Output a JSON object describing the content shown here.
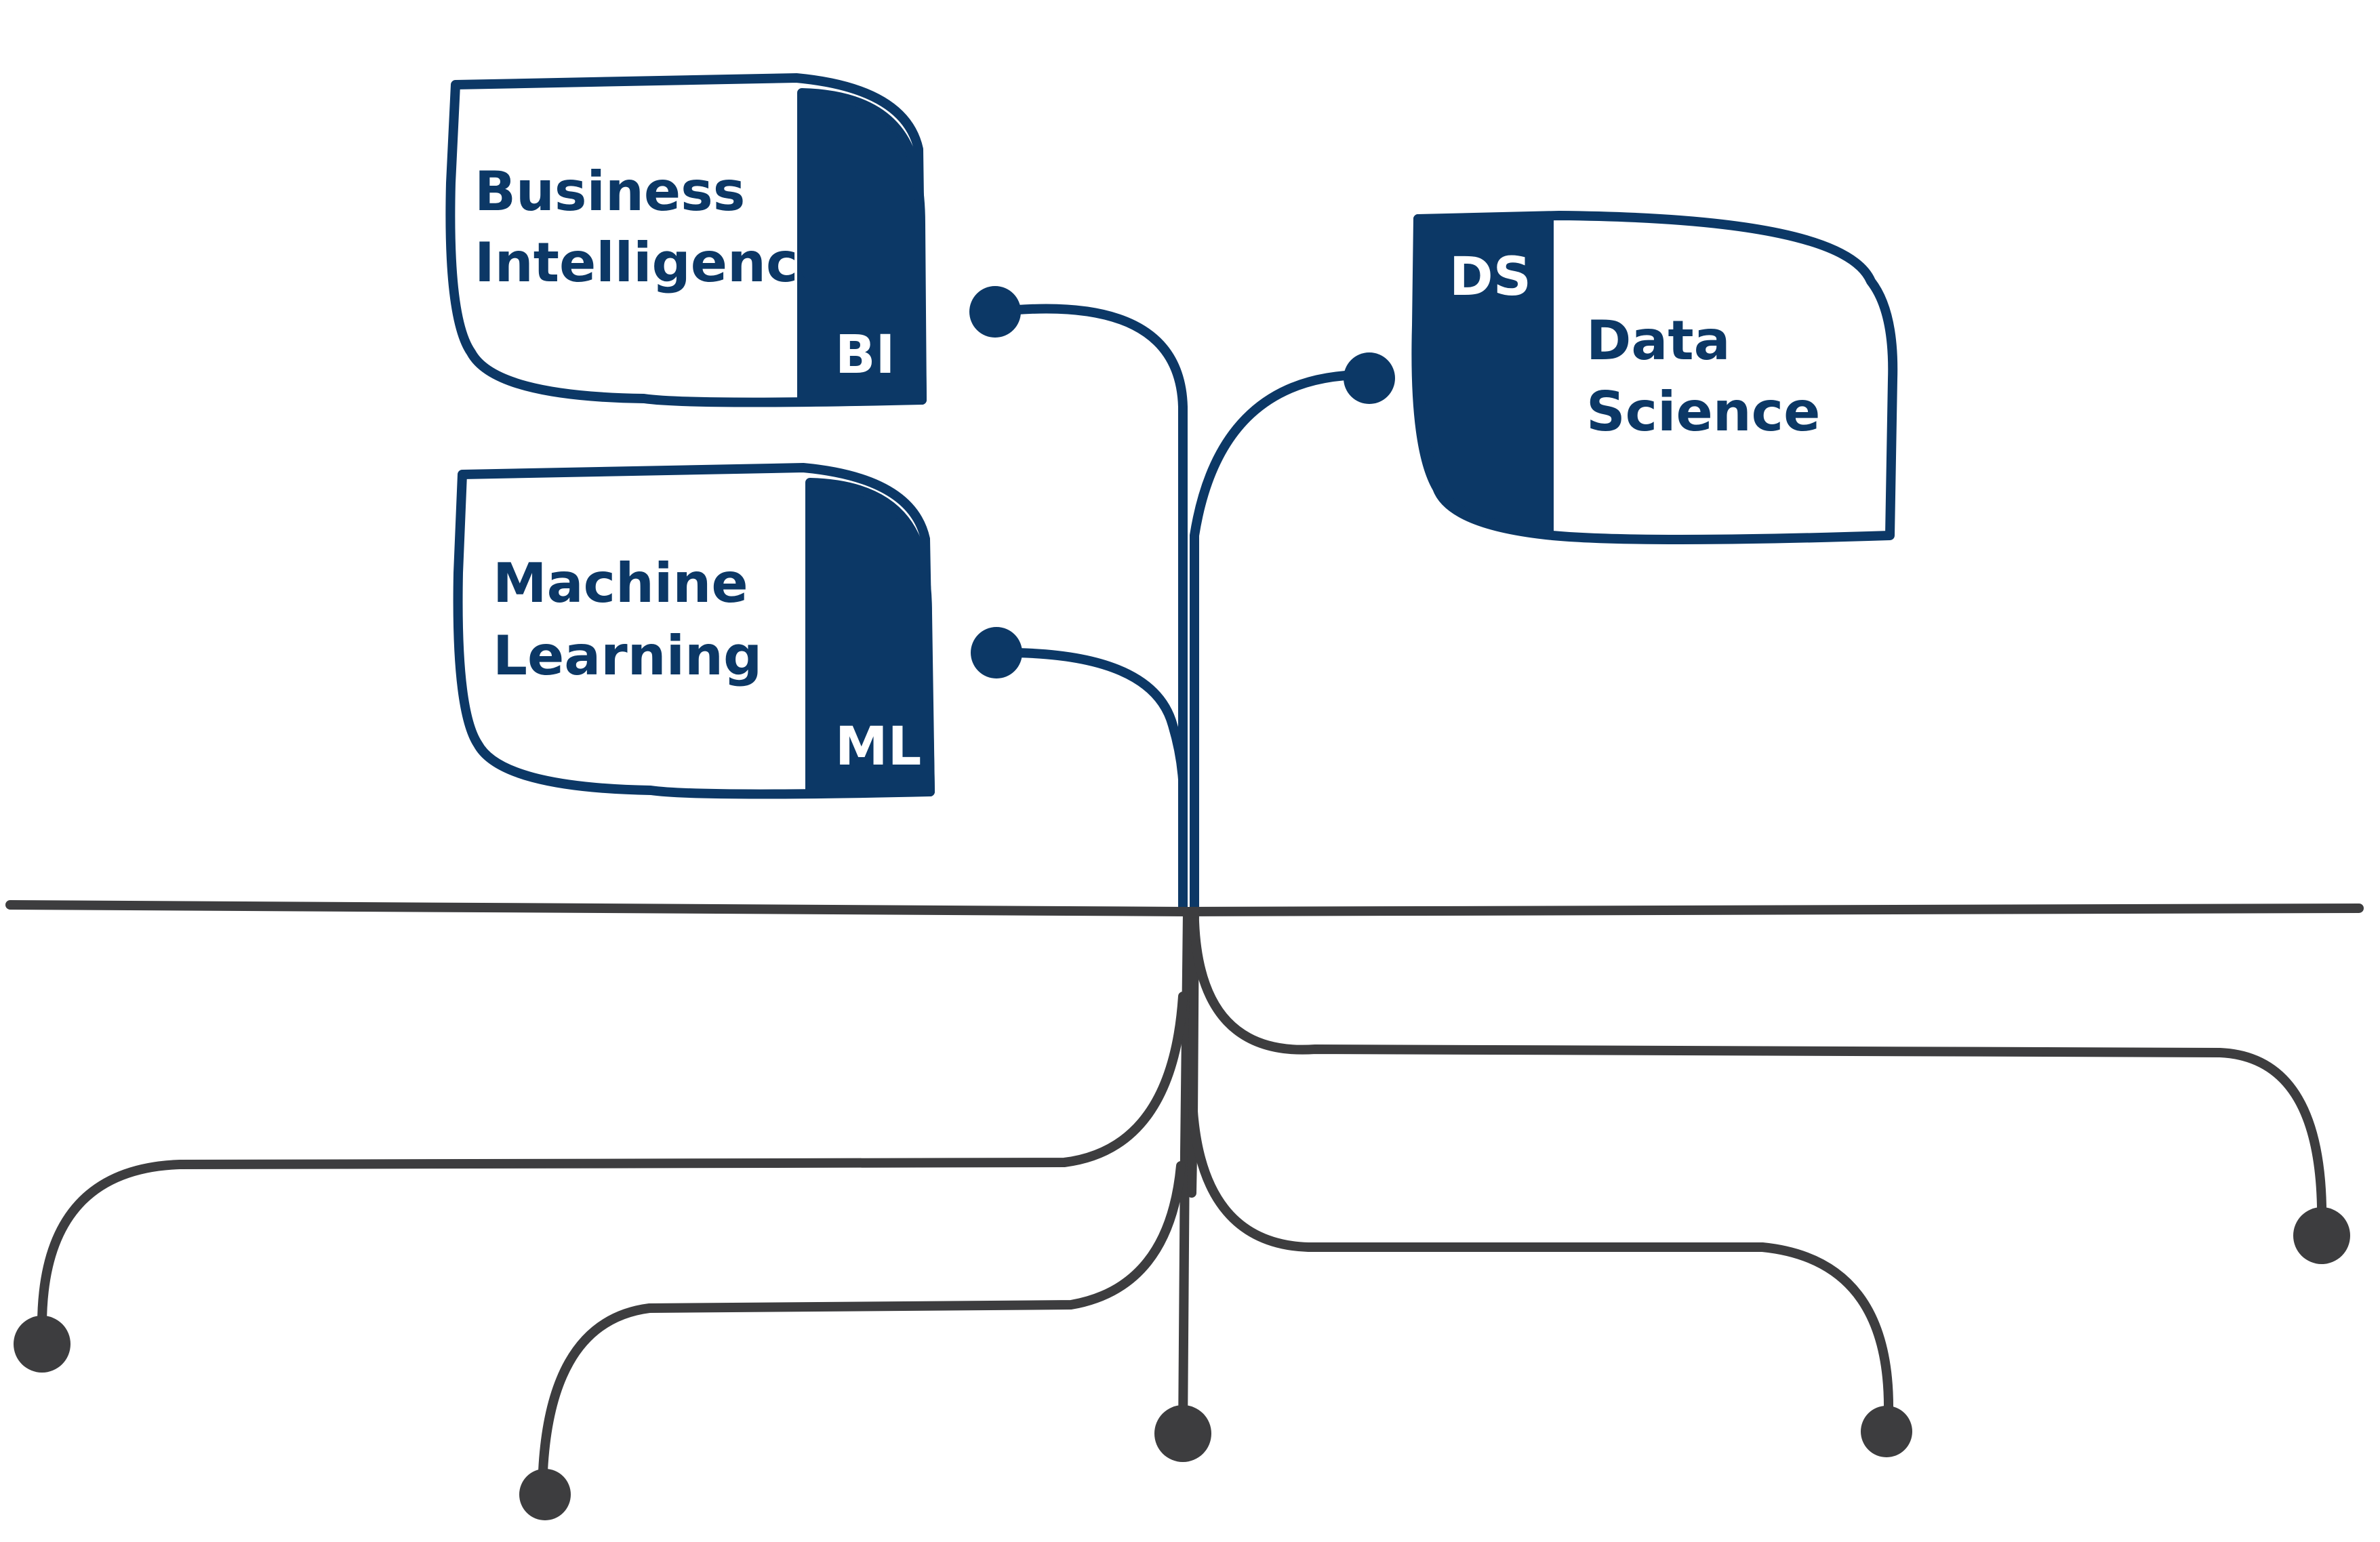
{
  "colors": {
    "primary_blue": "#0c3866",
    "connector_gray": "#3d3d3f",
    "background": "#ffffff"
  },
  "nodes": {
    "bi": {
      "title_line1": "Business",
      "title_line2": "Intelligence",
      "abbreviation": "BI"
    },
    "ml": {
      "title_line1": "Machine",
      "title_line2": "Learning",
      "abbreviation": "ML"
    },
    "ds": {
      "title_line1": "Data",
      "title_line2": "Science",
      "abbreviation": "DS"
    }
  }
}
